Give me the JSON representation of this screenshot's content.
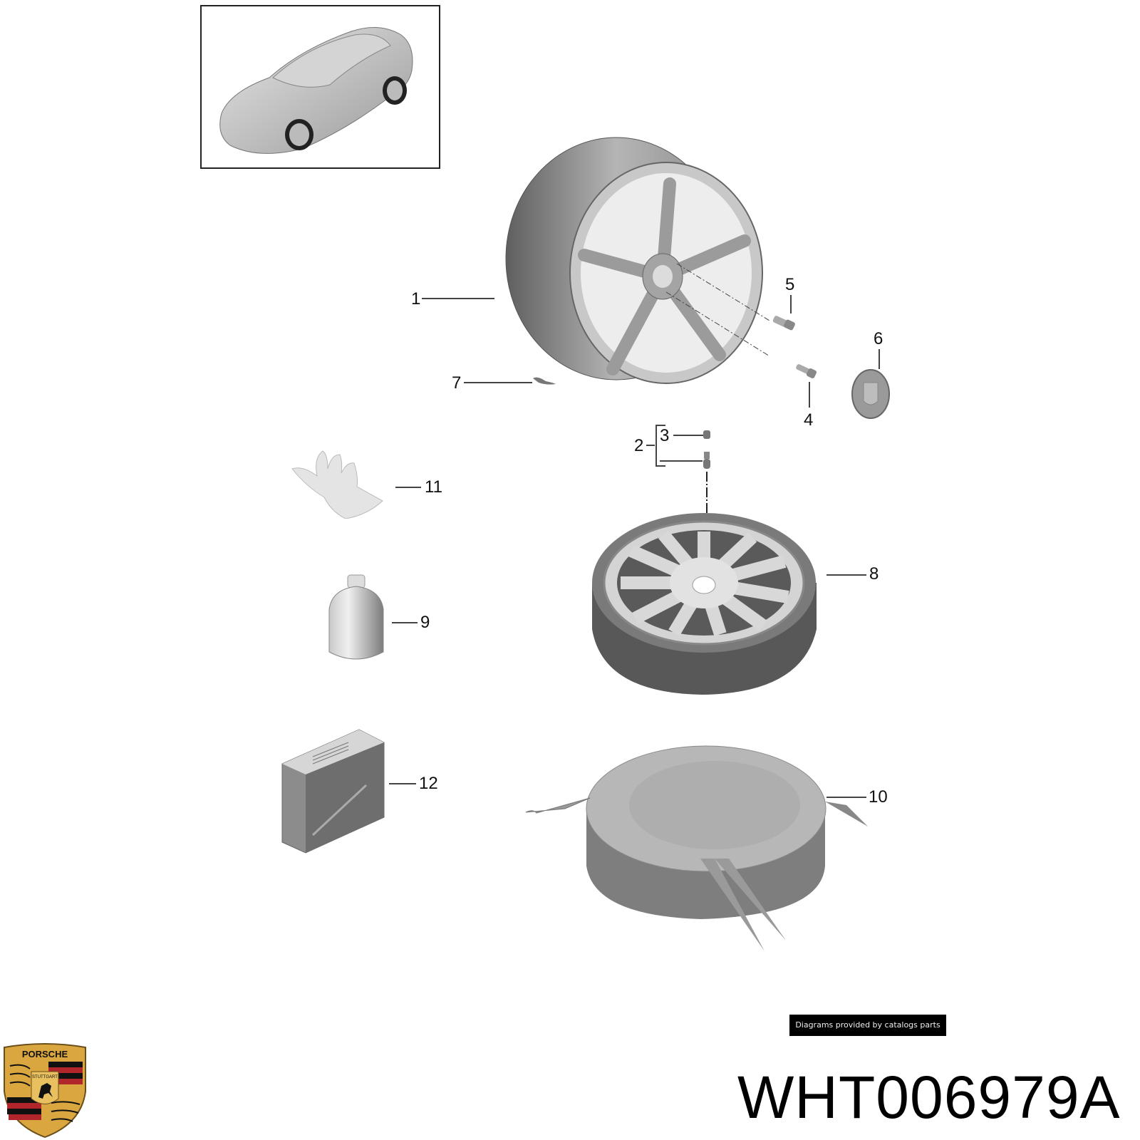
{
  "diagram": {
    "type": "exploded-parts-diagram",
    "subject": "Wheel, spare wheel and tyre repair kit",
    "thumbnail": {
      "label": "vehicle-overview",
      "vehicle": "sports coupe"
    },
    "callouts": [
      {
        "number": "1",
        "part": "alloy-wheel-rim"
      },
      {
        "number": "2",
        "part": "tyre-valve-assembly"
      },
      {
        "number": "3",
        "part": "valve-cap"
      },
      {
        "number": "4",
        "part": "wheel-bolt"
      },
      {
        "number": "5",
        "part": "locking-wheel-bolt"
      },
      {
        "number": "6",
        "part": "hub-cap-crest"
      },
      {
        "number": "7",
        "part": "balance-weight"
      },
      {
        "number": "8",
        "part": "space-saver-spare-wheel"
      },
      {
        "number": "9",
        "part": "sealant-bottle"
      },
      {
        "number": "10",
        "part": "spare-wheel-cover-bag"
      },
      {
        "number": "11",
        "part": "disposable-glove"
      },
      {
        "number": "12",
        "part": "tyre-inflation-compressor"
      }
    ]
  },
  "footer": {
    "credit": "Diagrams provided by catalogs parts",
    "part_number": "WHT006979A",
    "logo": {
      "name": "porsche-crest",
      "text": "PORSCHE",
      "subtext": "STUTTGART",
      "colors": {
        "gold": "#d9a640",
        "red": "#b0262a",
        "black": "#111111"
      }
    }
  },
  "colors": {
    "background": "#ffffff",
    "part_gray": "#a8a8a8",
    "line": "#444444",
    "banner_bg": "#000000"
  }
}
